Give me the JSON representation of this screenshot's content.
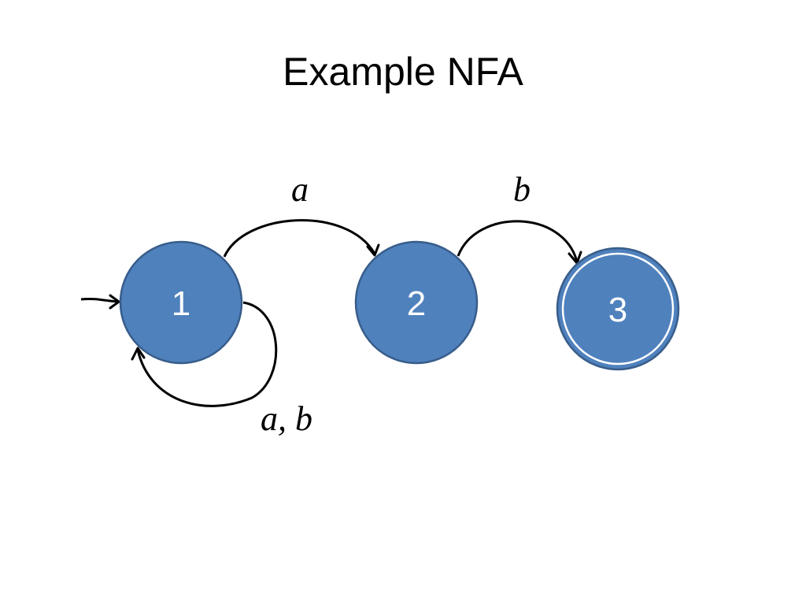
{
  "title": "Example NFA",
  "states": [
    {
      "id": "1",
      "label": "1",
      "start": true,
      "accepting": false
    },
    {
      "id": "2",
      "label": "2",
      "start": false,
      "accepting": false
    },
    {
      "id": "3",
      "label": "3",
      "start": false,
      "accepting": true
    }
  ],
  "transitions": [
    {
      "from": "1",
      "to": "2",
      "label": "a"
    },
    {
      "from": "2",
      "to": "3",
      "label": "b"
    },
    {
      "from": "1",
      "to": "1",
      "label": "a, b"
    }
  ],
  "colors": {
    "state_fill": "#4f81bd",
    "state_stroke": "#385d8a",
    "state_text": "#ffffff",
    "edge": "#000000"
  }
}
